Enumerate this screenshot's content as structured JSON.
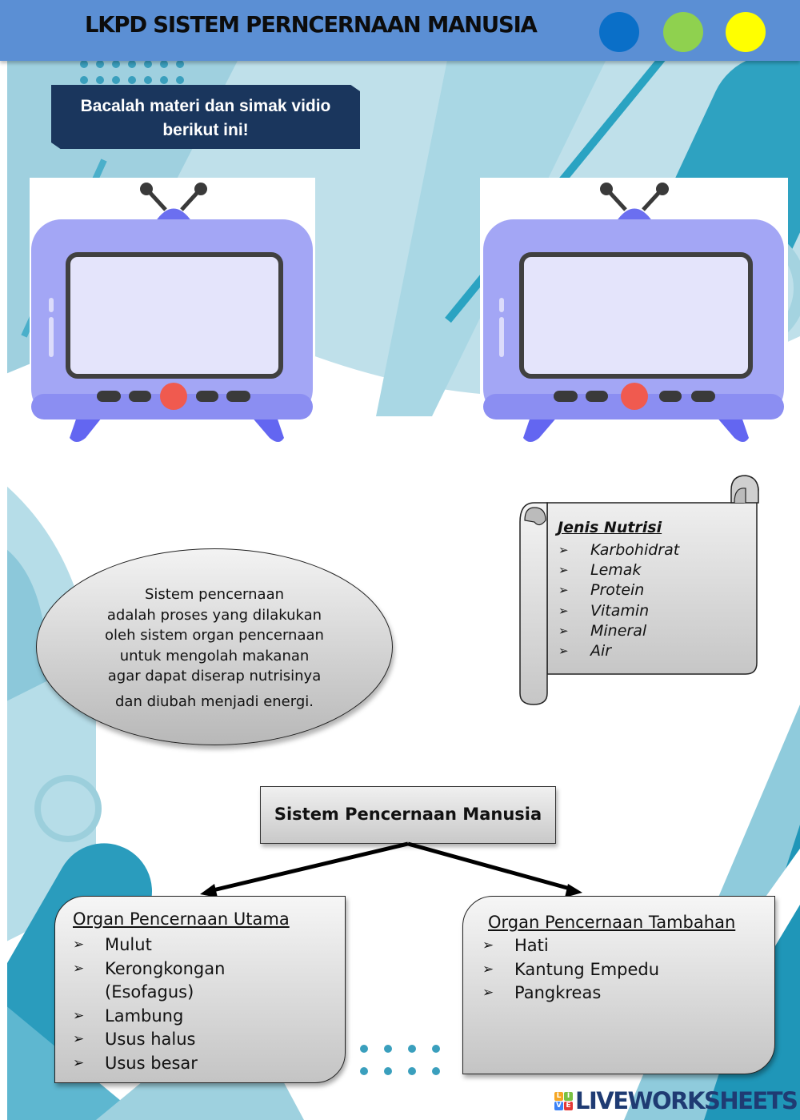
{
  "header": {
    "title": "LKPD SISTEM PERNCERNAAN MANUSIA",
    "dots": [
      {
        "name": "blue-dot",
        "color": "#0a6fc8"
      },
      {
        "name": "green-dot",
        "color": "#8fd14f"
      },
      {
        "name": "yellow-dot",
        "color": "#ffff00"
      }
    ]
  },
  "instruction": {
    "line1": "Bacalah materi dan simak vidio",
    "line2": "berikut ini!"
  },
  "videos": [
    {
      "label": "video-player-1"
    },
    {
      "label": "video-player-2"
    }
  ],
  "definition": {
    "lines": [
      "Sistem pencernaan",
      "adalah proses yang dilakukan",
      "oleh sistem organ pencernaan",
      "untuk mengolah makanan",
      "agar dapat diserap nutrisinya",
      "dan diubah menjadi energi."
    ]
  },
  "nutrition": {
    "title": "Jenis Nutrisi",
    "bullet": "➢",
    "items": [
      "Karbohidrat",
      "Lemak",
      "Protein",
      "Vitamin",
      "Mineral",
      "Air"
    ]
  },
  "diagram": {
    "root": "Sistem Pencernaan Manusia",
    "main": {
      "title": "Organ Pencernaan Utama",
      "items": [
        "Mulut",
        "Kerongkongan (Esofagus)",
        "Lambung",
        "Usus halus",
        "Usus besar"
      ]
    },
    "extra": {
      "title": "Organ Pencernaan Tambahan",
      "items": [
        "Hati",
        "Kantung Empedu",
        "Pangkreas"
      ]
    }
  },
  "brand": {
    "logo_letters": [
      "L",
      "I",
      "V",
      "E"
    ],
    "logo_colors": [
      "#f5a623",
      "#7ac142",
      "#3b82f6",
      "#e53935"
    ],
    "text": "LIVEWORKSHEETS"
  },
  "colors": {
    "header_bg": "#5b8fd4",
    "instruction_bg": "#1a365d",
    "tv_body": "#a3a6f5",
    "tv_screen": "#e4e4fb",
    "tv_knob": "#f05a4f"
  }
}
